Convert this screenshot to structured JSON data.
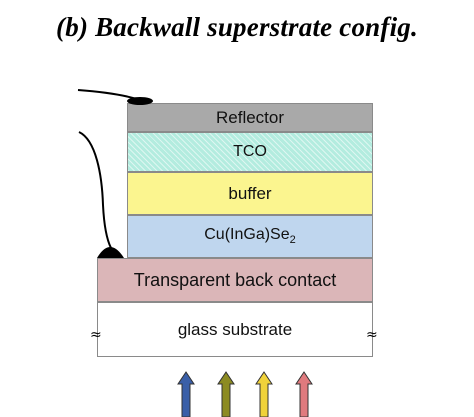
{
  "title": "(b) Backwall superstrate config.",
  "layers": {
    "reflector": "Reflector",
    "tco": "TCO",
    "buffer": "buffer",
    "absorber_base": "Cu(InGa)Se",
    "absorber_sub": "2",
    "back_contact": "Transparent back contact",
    "substrate": "glass substrate"
  },
  "light_arrows": [
    {
      "color": "#3a5fa8"
    },
    {
      "color": "#8c8b22"
    },
    {
      "color": "#f0d23a"
    },
    {
      "color": "#e07a7e"
    }
  ],
  "colors": {
    "reflector": "#a9a9a9",
    "tco": "#b3ecdf",
    "buffer": "#fbf58f",
    "absorber": "#bfd6ee",
    "back_contact": "#dbb6b8"
  }
}
